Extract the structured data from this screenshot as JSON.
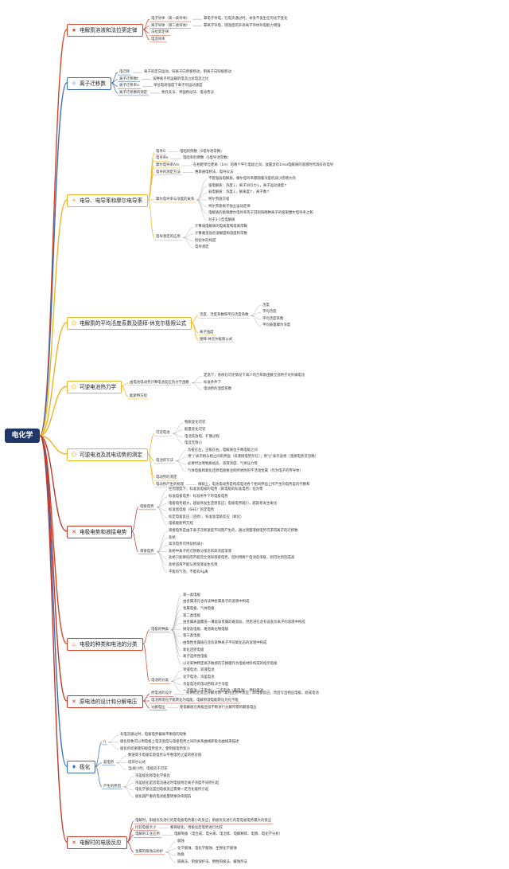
{
  "root": "电化学",
  "topics": [
    {
      "label": "电解质溶液和法拉第定律",
      "icon": "star-icon",
      "icon_char": "★",
      "color": "#d64524",
      "children": [
        {
          "label": "电子导体（第一类导体）",
          "note": "靠电子导电，在电流通过时，本身不发生任何化学变化"
        },
        {
          "label": "离子导体（第二类导体）",
          "note": "靠离子导电，随温度的升高离子导体导电能力增强"
        },
        {
          "label": "法拉第定律"
        },
        {
          "label": "电流效率"
        }
      ]
    },
    {
      "label": "离子迁移数",
      "icon": "sun-icon",
      "icon_char": "☼",
      "color": "#3b6fb6",
      "children": [
        {
          "label": "电迁移",
          "note": "离子的定向运动，阳离子向阴极移动，阴离子向阳极移动"
        },
        {
          "label": "离子迁移数t",
          "note": "该种离子所运载的电流占总电流之比"
        },
        {
          "label": "离子迁移率u",
          "note": "单位电场强度下离子的运动速度"
        },
        {
          "label": "离子迁移数的测定",
          "note": "希托夫法、界面移动法、电动势法"
        }
      ]
    },
    {
      "label": "电导、电导率和摩尔电导率",
      "icon": "bulb-icon",
      "icon_char": "☀",
      "color": "#f0b323",
      "children": [
        {
          "label": "电导G",
          "notes": [
            "电阻的倒数（S电导池常数）"
          ]
        },
        {
          "label": "电导率κ",
          "notes": [
            "电阻率的倒数（S电导池常数）"
          ]
        },
        {
          "label": "摩尔电导率Λm",
          "notes": [
            "在相距单位距离（1m）的两个平行电极之间，放置含有1mol电解质的溶液时所具有的电导"
          ]
        },
        {
          "label": "电导的测定方法",
          "notes": [
            "惠斯通电桥法、电导仪法"
          ]
        },
        {
          "label": "摩尔电导率与浓度的关系",
          "notes": [
            "不管强弱电解质，摩尔电导率都随着浓度的减小而增大的",
            "强电解质：浓度↓，离子间引力↓，离子运动速度↑",
            "弱电解质：浓度↓，解离度↑，离子数↑",
            "柯尔劳施方程",
            "柯尔劳施离子独立运动定律",
            "电解质的极限摩尔电导率等于其阴阳两种离子的极限摩尔电导率之和",
            "对于1-1型电解质"
          ]
        },
        {
          "label": "电导测定的应用",
          "notes": [
            "计算弱电解质的电离度和电离常数",
            "计算难溶盐的溶解度和溶度积常数",
            "检验水的纯度",
            "电导测定"
          ]
        }
      ]
    },
    {
      "label": "电解质的平均活度系数及德拜-休克尔极限公式",
      "icon": "smile-icon",
      "icon_char": "☺",
      "color": "#f0b323",
      "children": [
        {
          "label": "活度、活度系数和平均活度系数",
          "notes": [
            "活度",
            "平均活度",
            "平均活度系数",
            "平均质量摩尔浓度"
          ]
        },
        {
          "label": "离子强度"
        },
        {
          "label": "德拜-休克尔极限公式"
        }
      ]
    },
    {
      "label": "可逆电池热力学",
      "icon": "smile-icon",
      "icon_char": "☺",
      "color": "#f0b323",
      "children": [
        {
          "label": "由电池电动势计算电池反应热力学函数",
          "notes": [
            "定温下，系统在可逆情况下减少的吉布斯函数全部用于对外做电功",
            "标准条件下",
            "电动势的温度系数"
          ]
        },
        {
          "label": "能斯特方程"
        }
      ]
    },
    {
      "label": "可逆电池及其电动势的测定",
      "icon": "smile-icon",
      "icon_char": "☺",
      "color": "#f0b323",
      "children": [
        {
          "label": "可逆电池",
          "notes": [
            "物质变化可逆",
            "能量变化可逆",
            "电池充放电、扩散过程",
            "电流无限小"
          ]
        },
        {
          "label": "电池的写法",
          "notes": [
            "负极在左，正极在右，电解质位于两电极之间",
            "用\"|\"表示相与相之间的界面（有液接电势存在）；用\"||\"表示盐桥（液接电势可忽略）",
            "必要时注明物质组态、溶液浓度、气体压力等",
            "气体电极和氧化还原电极要注明所依附的不活泼金属（作为电子的传导体）"
          ]
        },
        {
          "label": "电动势的测定"
        },
        {
          "label": "电动势产生的机理",
          "notes": [
            "微观上，电池电动势是构成电池各个相间界面上所产生的电势差的代数和"
          ]
        }
      ]
    },
    {
      "label": "电极电势和液接电势",
      "icon": "tools-icon",
      "icon_char": "✕",
      "color": "#c0392b",
      "children": [
        {
          "label": "电极电势",
          "notes": [
            "任何温度下，标准氢电极的电势（即电极的标准电势）恒为零",
            "标准电极电势：标准条件下的电极电势",
            "电极电势越大，越容易发生还原反应；电极电势越小，越容易发生氧化",
            "标准氢电极（SHE）的定电势",
            "标定电极反应（还原），标准氢电极反应（氧化）",
            "电极能斯特方程"
          ]
        },
        {
          "label": "液接电势",
          "notes": [
            "液接电势是由于离子迁移速度不同而产生的，通过测量液接电势可求得离子的迁移数",
            "盐桥",
            "高浓电势可用盐桥减小",
            "盐桥中离子的迁移数与接近的高浓度溶液",
            "盐桥只能降低而不能完全消除液接电势，但利用两个电池反串联，则可达到完成减",
            "盐桥溶液不能与原溶液发生作用",
            "不能有气泡，不能有Ag离"
          ]
        }
      ]
    },
    {
      "label": "电极的种类和电池的分类",
      "icon": "fire-icon",
      "icon_char": "♨",
      "color": "#d64524",
      "children": [
        {
          "label": "电极的种类",
          "notes": [
            "第一类电极",
            "由金属浸在含有该种金属离子的溶液中构成",
            "金属电极、气体电极",
            "第二类电极",
            "由金属表面覆盖一薄层该金属的难溶盐，然后浸在含有该盐负离子的溶液中构成",
            "微溶盐电极、难溶氧化物电极",
            "第三类电极",
            "由惰性金属插在含有某种离子不同氧化态的溶液中构成",
            "氧化还原电极",
            "离子选择性电极",
            "以对某种特定离子敏感的交换膜作为电极材料构成的指示电极"
          ]
        },
        {
          "label": "电池的分类",
          "notes": [
            "单液电池、双液电池",
            "化学电池、浓差电池",
            "浓差电池的电动势取决于浓度",
            "一次电池（干电池），二次电池（蓄电池），燃料电池"
          ]
        }
      ]
    },
    {
      "label": "原电池的设计和分解电压",
      "icon": "tools-icon",
      "icon_char": "✕",
      "color": "#c0392b",
      "children": [
        {
          "label": "原电池的设计",
          "notes": [
            "先将给定反应分解为两个氧化还原半反应，即电极反应，然后写出相应电极，组成电池"
          ]
        },
        {
          "label": "电池原理化学能转化为电能，电解原理电能转化为化学能"
        },
        {
          "label": "分解电压",
          "notes": [
            "使电解质在两极连续不断进行分解所需的最低电压"
          ]
        }
      ]
    },
    {
      "label": "极化",
      "icon": "drop-icon",
      "icon_char": "♦",
      "color": "#3b6fb6",
      "children": [
        {
          "label": "η",
          "notes": [
            "有电流通过时，电极电势偏离平衡值的现象",
            "极化现象可以用电极上电流密度与电极电势之间的关系曲线即极化曲线来描述",
            "极化的结果使阳极电势变大，使阴极电势变小"
          ]
        },
        {
          "label": "超电势",
          "notes": [
            "数值等于电极实际电势与平衡电势之差的绝对值",
            "塔菲尔公式",
            "当j很小时，电极近于可逆"
          ]
        },
        {
          "label": "产生的原因",
          "notes": [
            "浓差极化和电化学极化",
            "浓差极化是因电流通过时电极附近离子浓度不同而引起",
            "电化学极化是因电极反应需要一定活化能所引起",
            "极化越严重的电池能量转换效率越低"
          ]
        }
      ]
    },
    {
      "label": "电解时的电极反应",
      "icon": "tools-icon",
      "icon_char": "✕",
      "color": "#c0392b",
      "children": [
        {
          "label": "电解时，阳极优先进行的是电极电势最小的反应；阴极优先进行的是电极电势最大的反应"
        },
        {
          "label": "比较电极大小",
          "notes": [
            "要将极化，用极化后电势进行比较"
          ]
        },
        {
          "label": "电解的工业应用",
          "notes": [
            "电解制备（电合成、电分离、电冶炼、电解精炼、电镀、电化学分析）"
          ]
        },
        {
          "label": "金属的腐蚀与防护",
          "notes": [
            "腐蚀",
            "化学腐蚀、电化学腐蚀、生物化学腐蚀",
            "防腐",
            "隔离法、阴极保护法、牺牲阳极法、缓蚀剂法"
          ]
        }
      ]
    }
  ]
}
